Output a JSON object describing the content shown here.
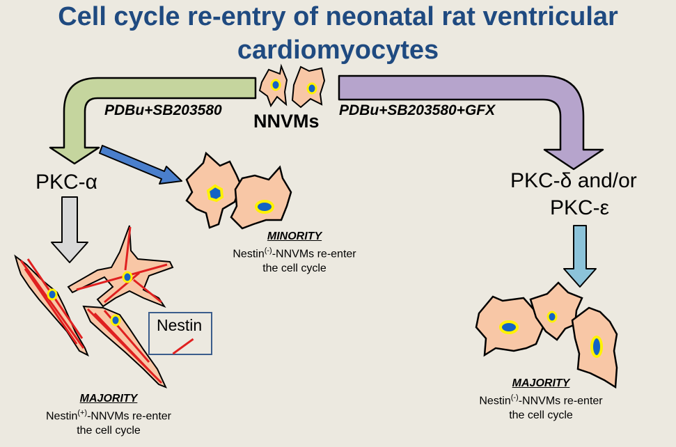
{
  "title_line1": "Cell cycle re-entry of neonatal rat ventricular",
  "title_line2": "cardiomyocytes",
  "left_treatment": "PDBu+SB203580",
  "right_treatment": "PDBu+SB203580+GFX",
  "center_label": "NNVMs",
  "left_kinase": "PKC-α",
  "right_kinase_line1": "PKC-δ and/or",
  "right_kinase_line2": "PKC-ε",
  "minority": {
    "heading": "MINORITY",
    "line1_pre": "Nestin",
    "sup": "(-)",
    "line1_post": "-NNVMs re-enter",
    "line2": "the cell cycle"
  },
  "majority_left": {
    "heading": "MAJORITY",
    "line1_pre": "Nestin",
    "sup": "(+)",
    "line1_post": "-NNVMs re-enter",
    "line2": "the cell cycle"
  },
  "majority_right": {
    "heading": "MAJORITY",
    "line1_pre": "Nestin",
    "sup": "(-)",
    "line1_post": "-NNVMs re-enter",
    "line2": "the cell cycle"
  },
  "legend_label": "Nestin",
  "colors": {
    "title": "#1f4a80",
    "left_arrow": "#c5d59e",
    "right_arrow": "#b6a4cc",
    "cell": "#f8c7a6",
    "nucleus": "#1463c4",
    "halo": "#fff200",
    "nestin": "#e02020",
    "blue_arrow": "#4a7fcc",
    "grey_arrow": "#d9d9d9",
    "teal_arrow": "#8cc3d9"
  }
}
